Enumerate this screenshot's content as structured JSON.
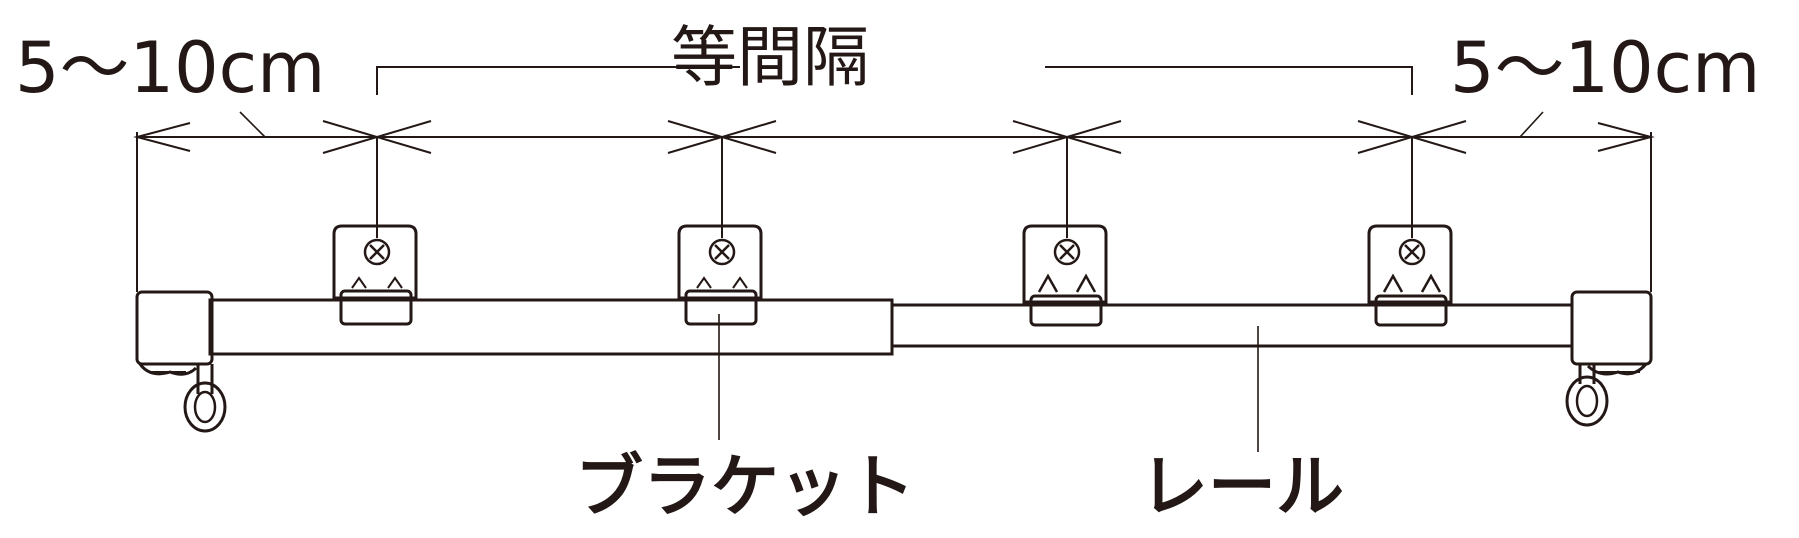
{
  "labels": {
    "left_offset": "5〜10cm",
    "equal_spacing": "等間隔",
    "right_offset": "5〜10cm",
    "bracket": "ブラケット",
    "rail": "レール"
  },
  "diagram": {
    "bracket_count": 4,
    "line_color": "#231815",
    "background": "#ffffff"
  }
}
